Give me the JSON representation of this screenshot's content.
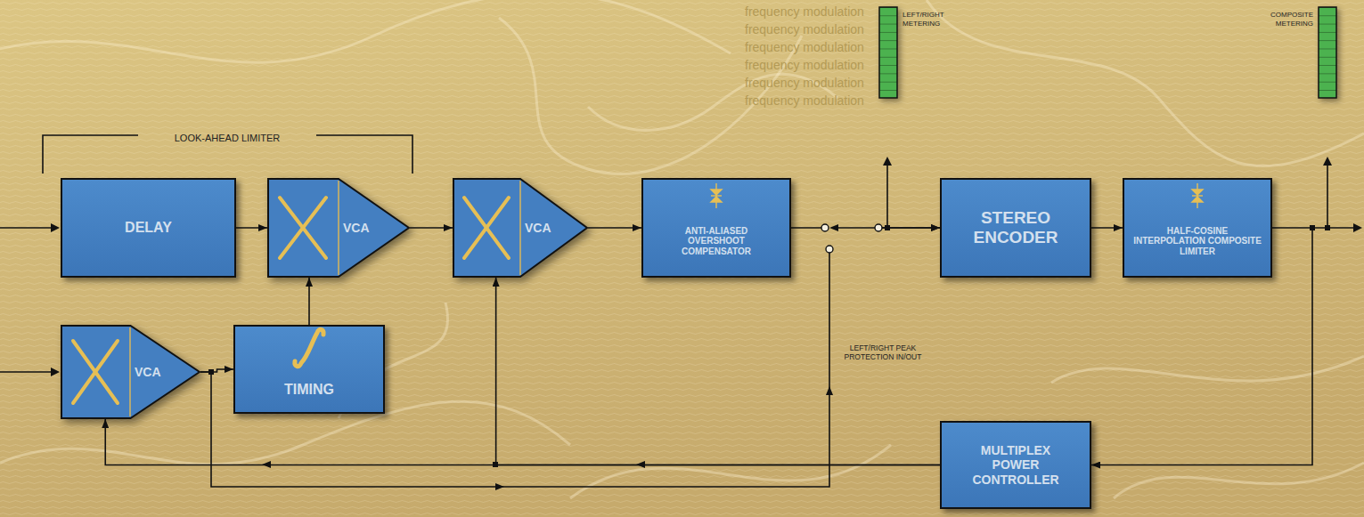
{
  "diagram": {
    "nodes": [
      {
        "text": [
          "DELAY"
        ]
      },
      {
        "text": [
          "VCA"
        ]
      },
      {
        "text": [
          "VCA"
        ]
      },
      {
        "text": [
          "ANTI-ALIASED OVERSHOOT COMPENSATOR"
        ]
      },
      {
        "text": [
          "STEREO ENCODER"
        ]
      },
      {
        "text": [
          "HALF-COSINE INTERPOLATION COMPOSITE LIMITER"
        ]
      },
      {
        "text": [
          "VCA"
        ]
      },
      {
        "text": [
          "TIMING"
        ]
      },
      {
        "text": [
          "MULTIPLEX POWER CONTROLLER"
        ]
      }
    ],
    "edges": [
      {
        "from": 0,
        "to": 1,
        "arrow": "to"
      },
      {
        "from": 7,
        "to": 1,
        "arrow": "to"
      },
      {
        "from": 6,
        "to": 7,
        "arrow": "to"
      },
      {
        "from": 1,
        "to": 2,
        "arrow": "to"
      },
      {
        "from": 2,
        "to": 3,
        "arrow": "to"
      },
      {
        "from": 3,
        "to": 4,
        "arrow": "to"
      },
      {
        "from": 6,
        "to": 4,
        "arrow": "to"
      },
      {
        "from": 4,
        "to": 5,
        "arrow": "to"
      },
      {
        "from": 5,
        "to": 8,
        "arrow": "to"
      },
      {
        "from": 8,
        "to": 2,
        "arrow": "to"
      },
      {
        "from": 8,
        "to": 6,
        "arrow": "to"
      }
    ],
    "labels": [
      "frequency modulation",
      "frequency modulation",
      "frequency modulation",
      "frequency modulation",
      "frequency modulation",
      "frequency modulation",
      "LOOK-AHEAD LIMITER",
      "LEFT/RIGHT METERING",
      "COMPOSITE METERING",
      "LEFT/RIGHT PEAK PROTECTION IN/OUT"
    ]
  }
}
